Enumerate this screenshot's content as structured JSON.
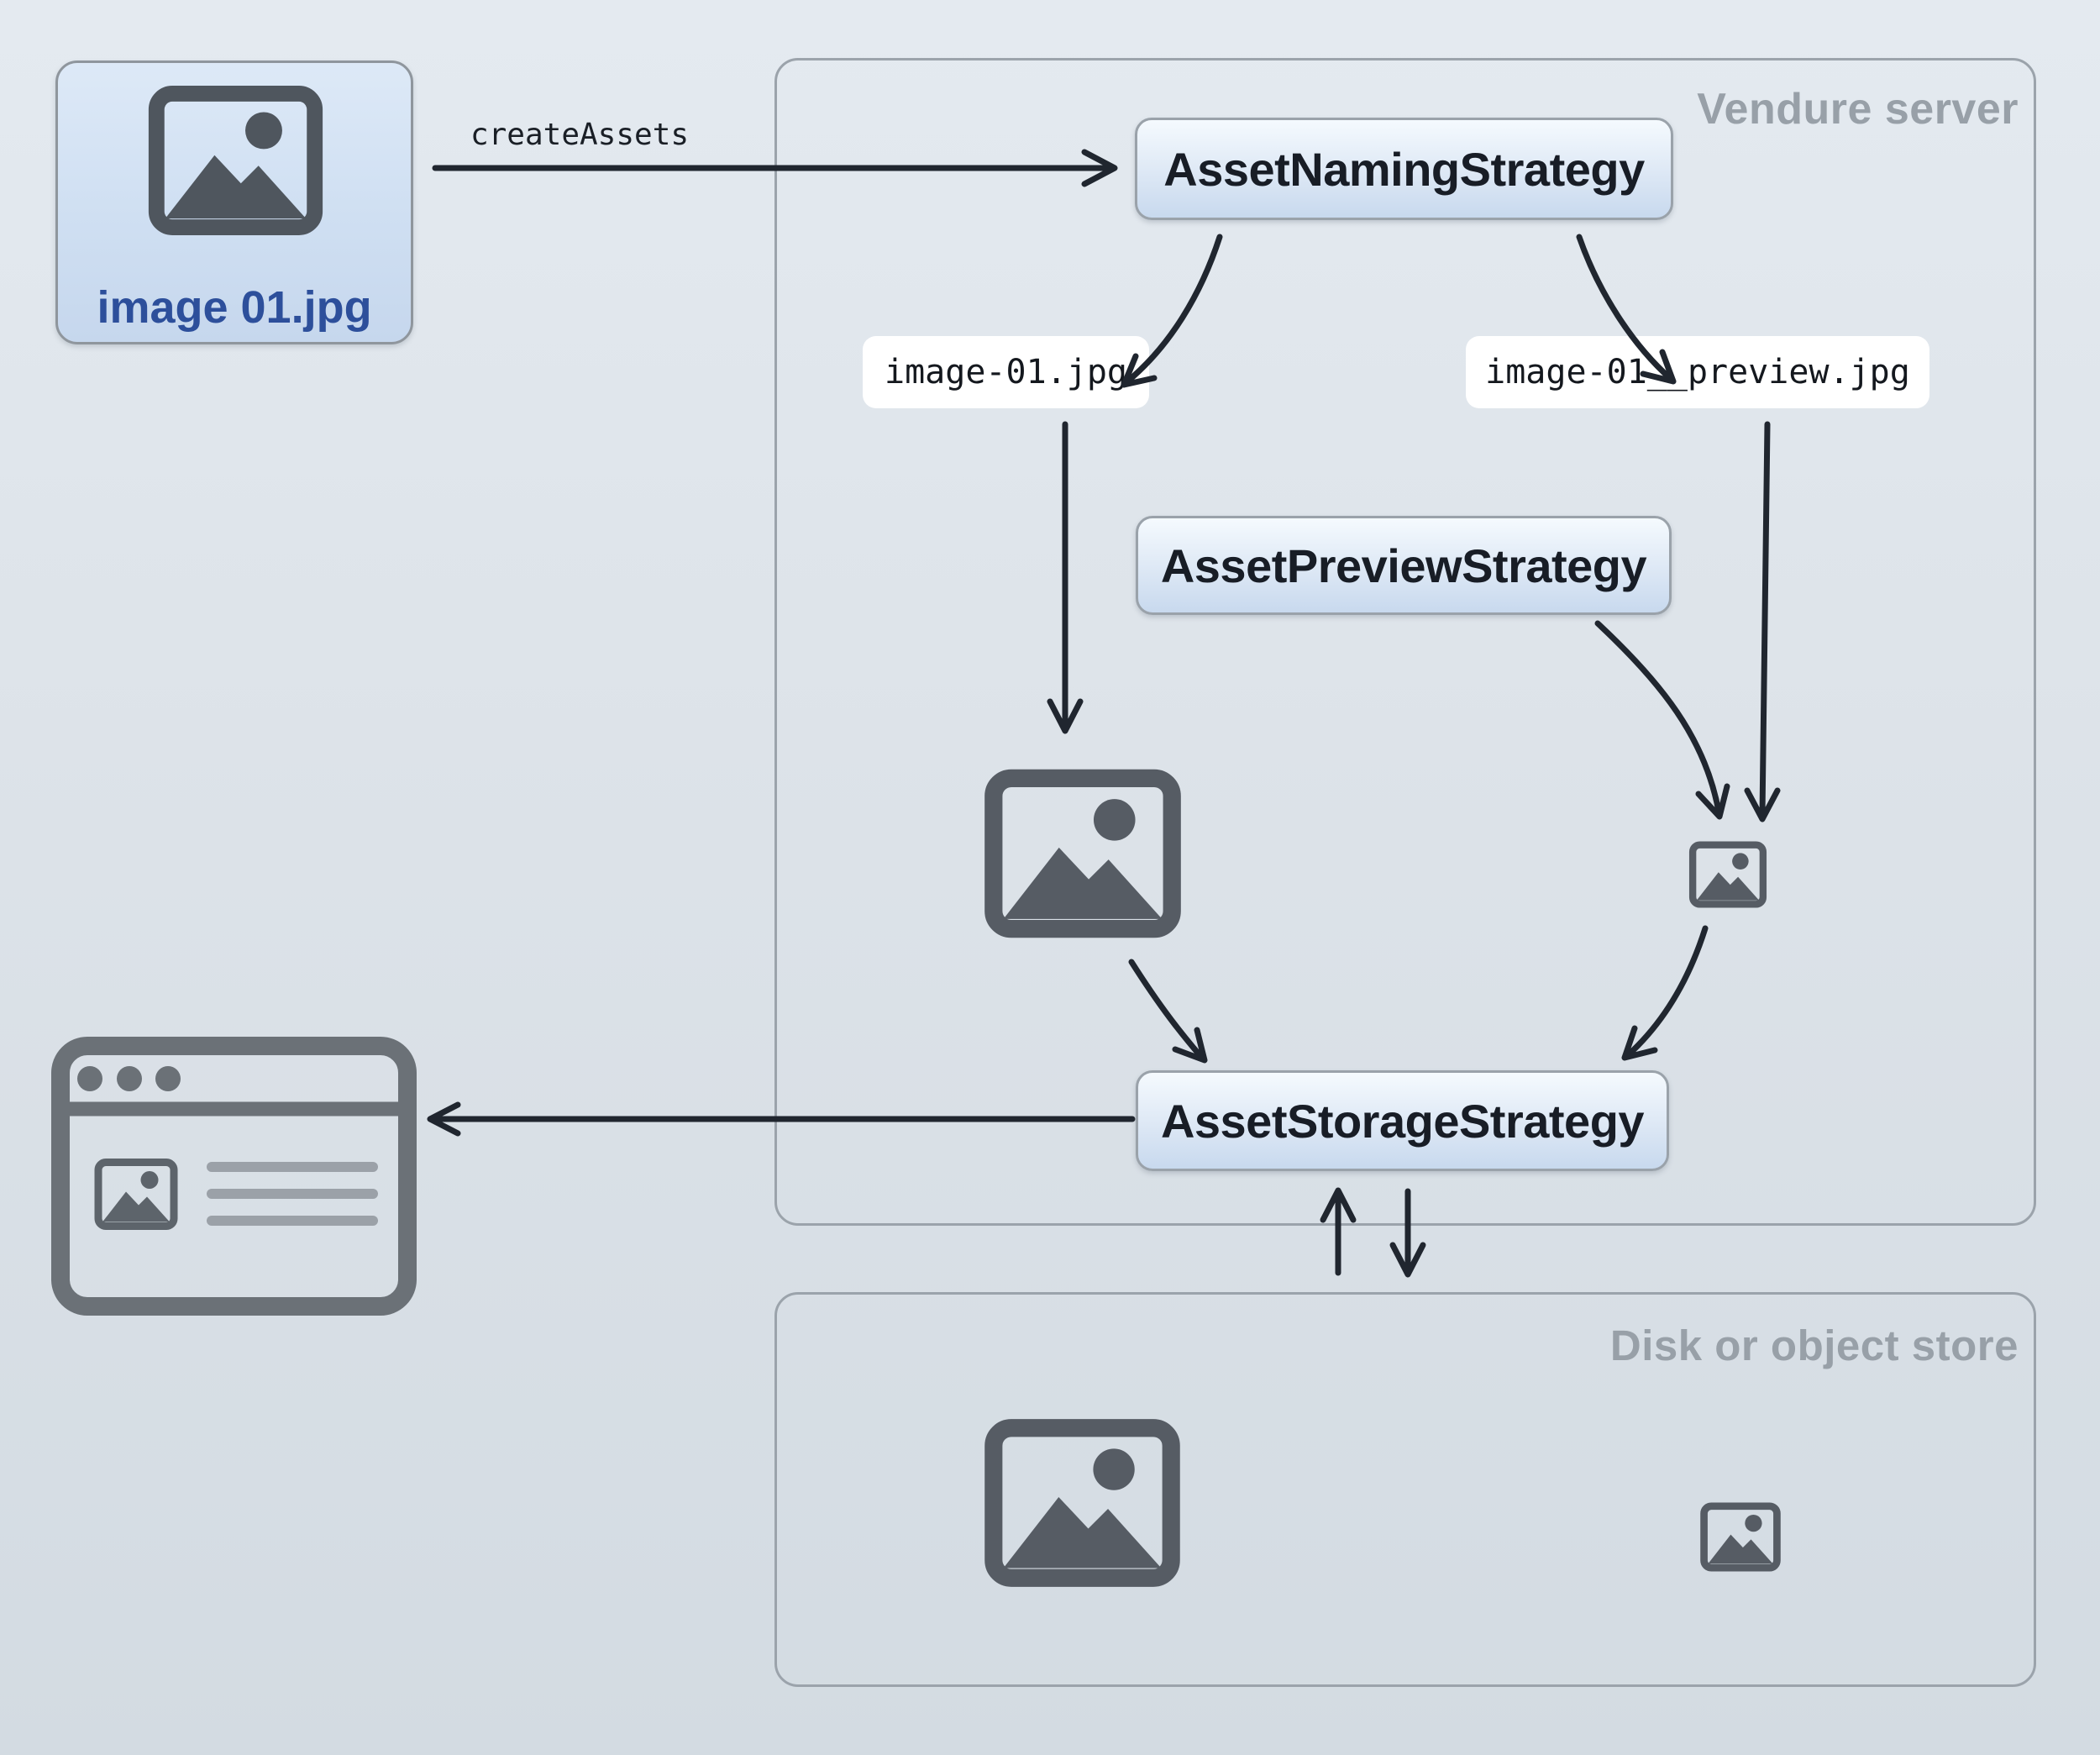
{
  "containers": {
    "vendure_server": {
      "label": "Vendure server"
    },
    "disk_store": {
      "label": "Disk or object store"
    }
  },
  "nodes": {
    "source_image": {
      "label": "image 01.jpg"
    },
    "naming_strategy": {
      "label": "AssetNamingStrategy"
    },
    "preview_strategy": {
      "label": "AssetPreviewStrategy"
    },
    "storage_strategy": {
      "label": "AssetStorageStrategy"
    },
    "file_original": {
      "label": "image-01.jpg"
    },
    "file_preview": {
      "label": "image-01__preview.jpg"
    }
  },
  "edges": {
    "create_assets": {
      "label": "createAssets"
    }
  },
  "icons": {
    "source_image_icon": "picture-icon",
    "original_asset_icon": "picture-icon-large",
    "preview_asset_icon": "picture-icon-small",
    "stored_original_icon": "picture-icon-large",
    "stored_preview_icon": "picture-icon-small",
    "storefront_icon": "browser-window-icon"
  },
  "colors": {
    "background_top": "#e4eaf0",
    "background_bottom": "#d3dbe2",
    "container_border": "#9ba3ab",
    "container_label": "#98a0a8",
    "strategy_box_border": "#9aa2aa",
    "strategy_box_fill_top": "#f5fafe",
    "strategy_box_fill_bottom": "#c8d9ee",
    "strategy_box_text": "#181d26",
    "file_pill_bg": "#ffffff",
    "file_pill_text": "#14181e",
    "source_card_fill_top": "#dde9f7",
    "source_card_fill_bottom": "#c6d7ed",
    "source_card_border": "#8f969d",
    "source_card_text": "#2d4f9b",
    "icon_gray": "#565c64",
    "browser_gray": "#6b7177",
    "browser_line_gray": "#9ba1a8",
    "arrow": "#20262f"
  }
}
